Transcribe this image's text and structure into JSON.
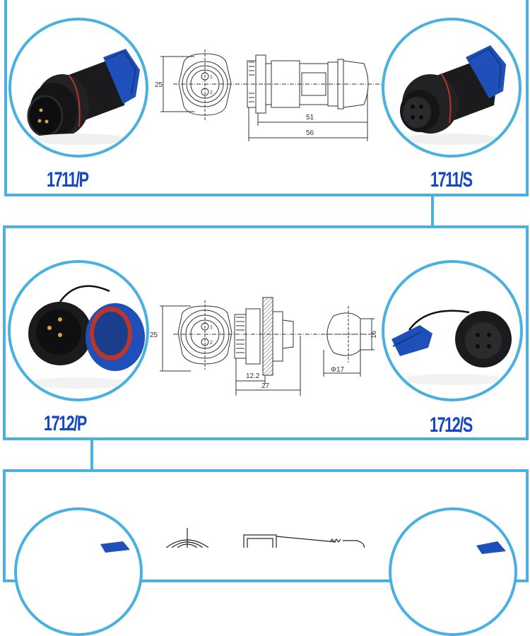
{
  "theme": {
    "frame_color": "#49b0e0",
    "label_color": "#1446c8",
    "connector_black": "#1b1b1d",
    "cap_blue": "#1f4fb8",
    "seal_red": "#b8362c",
    "pin_gold": "#d4a93a"
  },
  "sections": [
    {
      "left": {
        "model": "1711/P",
        "photo": "plug-connector-with-blue-cable-gland"
      },
      "right": {
        "model": "1711/S",
        "photo": "socket-connector-with-blue-cable-gland"
      },
      "drawing": {
        "front_view": {
          "height_dim": "25",
          "pins": [
            "1",
            "2"
          ]
        },
        "side_view": {
          "length_dims": [
            "51",
            "56"
          ]
        }
      }
    },
    {
      "left": {
        "model": "1712/P",
        "photo": "panel-plug-with-dust-cap"
      },
      "right": {
        "model": "1712/S",
        "photo": "panel-socket-with-dust-cap"
      },
      "drawing": {
        "front_view": {
          "height_dim": "25",
          "pins": [
            "1",
            "2"
          ]
        },
        "side_view": {
          "length_dims": [
            "12.2",
            "27"
          ]
        },
        "panel_cutout": {
          "diameter": "Φ17",
          "flat": "16"
        }
      }
    },
    {
      "left": {
        "model": "",
        "photo": "connector-photo-partial"
      },
      "right": {
        "model": "",
        "photo": "connector-photo-partial"
      },
      "drawing": {}
    }
  ]
}
